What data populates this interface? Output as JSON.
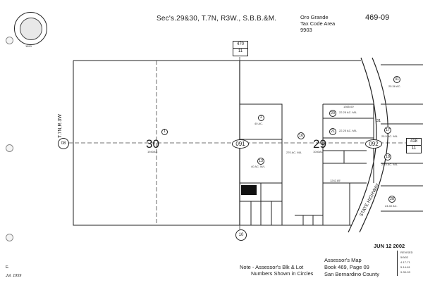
{
  "header": {
    "sections_title": "Sec's.29&30, T.7N, R3W., S.B.B.&M.",
    "area_line1": "Oro Grande",
    "area_line2": "Tax Code Area",
    "area_line3": "9903",
    "book_page": "469-09"
  },
  "seal": {
    "text": "COUNTY OF SAN BERNARDINO",
    "year": "1853"
  },
  "adjacent_books": {
    "top": {
      "upper": "470",
      "lower": "11"
    },
    "right": {
      "upper": "418",
      "lower": "11"
    },
    "left": "08",
    "bottom": "10"
  },
  "sections": {
    "left": "30",
    "left_sub": "1940AC",
    "right": "29",
    "right_sub": "1040AC"
  },
  "page_ovals": [
    "091",
    "092"
  ],
  "township_label": "T.7N,R.3W",
  "highway_label": "STATE HIGHWAY",
  "highway_number": "31",
  "parcels": [
    {
      "id": "1",
      "area": ""
    },
    {
      "id": "2",
      "area": "40 AC."
    },
    {
      "id": "13",
      "area": "40 AC. M/L"
    },
    {
      "id": "16",
      "area": "270 AC. M/L"
    },
    {
      "id": "20",
      "area": "22.25 AC. M/L"
    },
    {
      "id": "21",
      "area": "22.25 AC. M/L"
    },
    {
      "id": "17",
      "area": "25.5 AC. M/L"
    },
    {
      "id": "18",
      "area": "25.5 AC. M/L"
    },
    {
      "id": "28",
      "area": "24.40 AC."
    },
    {
      "id": "31",
      "area": "25.36 AC."
    }
  ],
  "dimensions": {
    "top_right": "1365.00'",
    "mid_right": "1242.85'"
  },
  "stamp_date": "JUN 12 2002",
  "revised_title": "REVISED",
  "revision_dates": [
    "5/9/02",
    "4-17-71",
    "5-14-81",
    "9-30-93"
  ],
  "note": {
    "line1": "Note - Assessor's Blk & Lot",
    "line2": "Numbers Shown in Circles"
  },
  "footer": {
    "line1": "Assessor's Map",
    "line2": "Book 469, Page 09",
    "line3": "San Bernardino County"
  },
  "corner_mark": "E.",
  "date_mark": "Jul. 1959"
}
